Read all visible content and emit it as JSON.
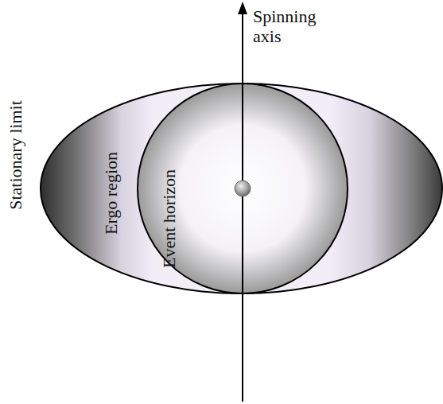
{
  "diagram": {
    "nodes": [
      {
        "text": [
          "Stationary limit",
          "Ergo region"
        ]
      },
      {
        "text": [
          "Event horizon"
        ],
        "in": 0
      }
    ],
    "labels": [
      "Spinning axis"
    ]
  }
}
